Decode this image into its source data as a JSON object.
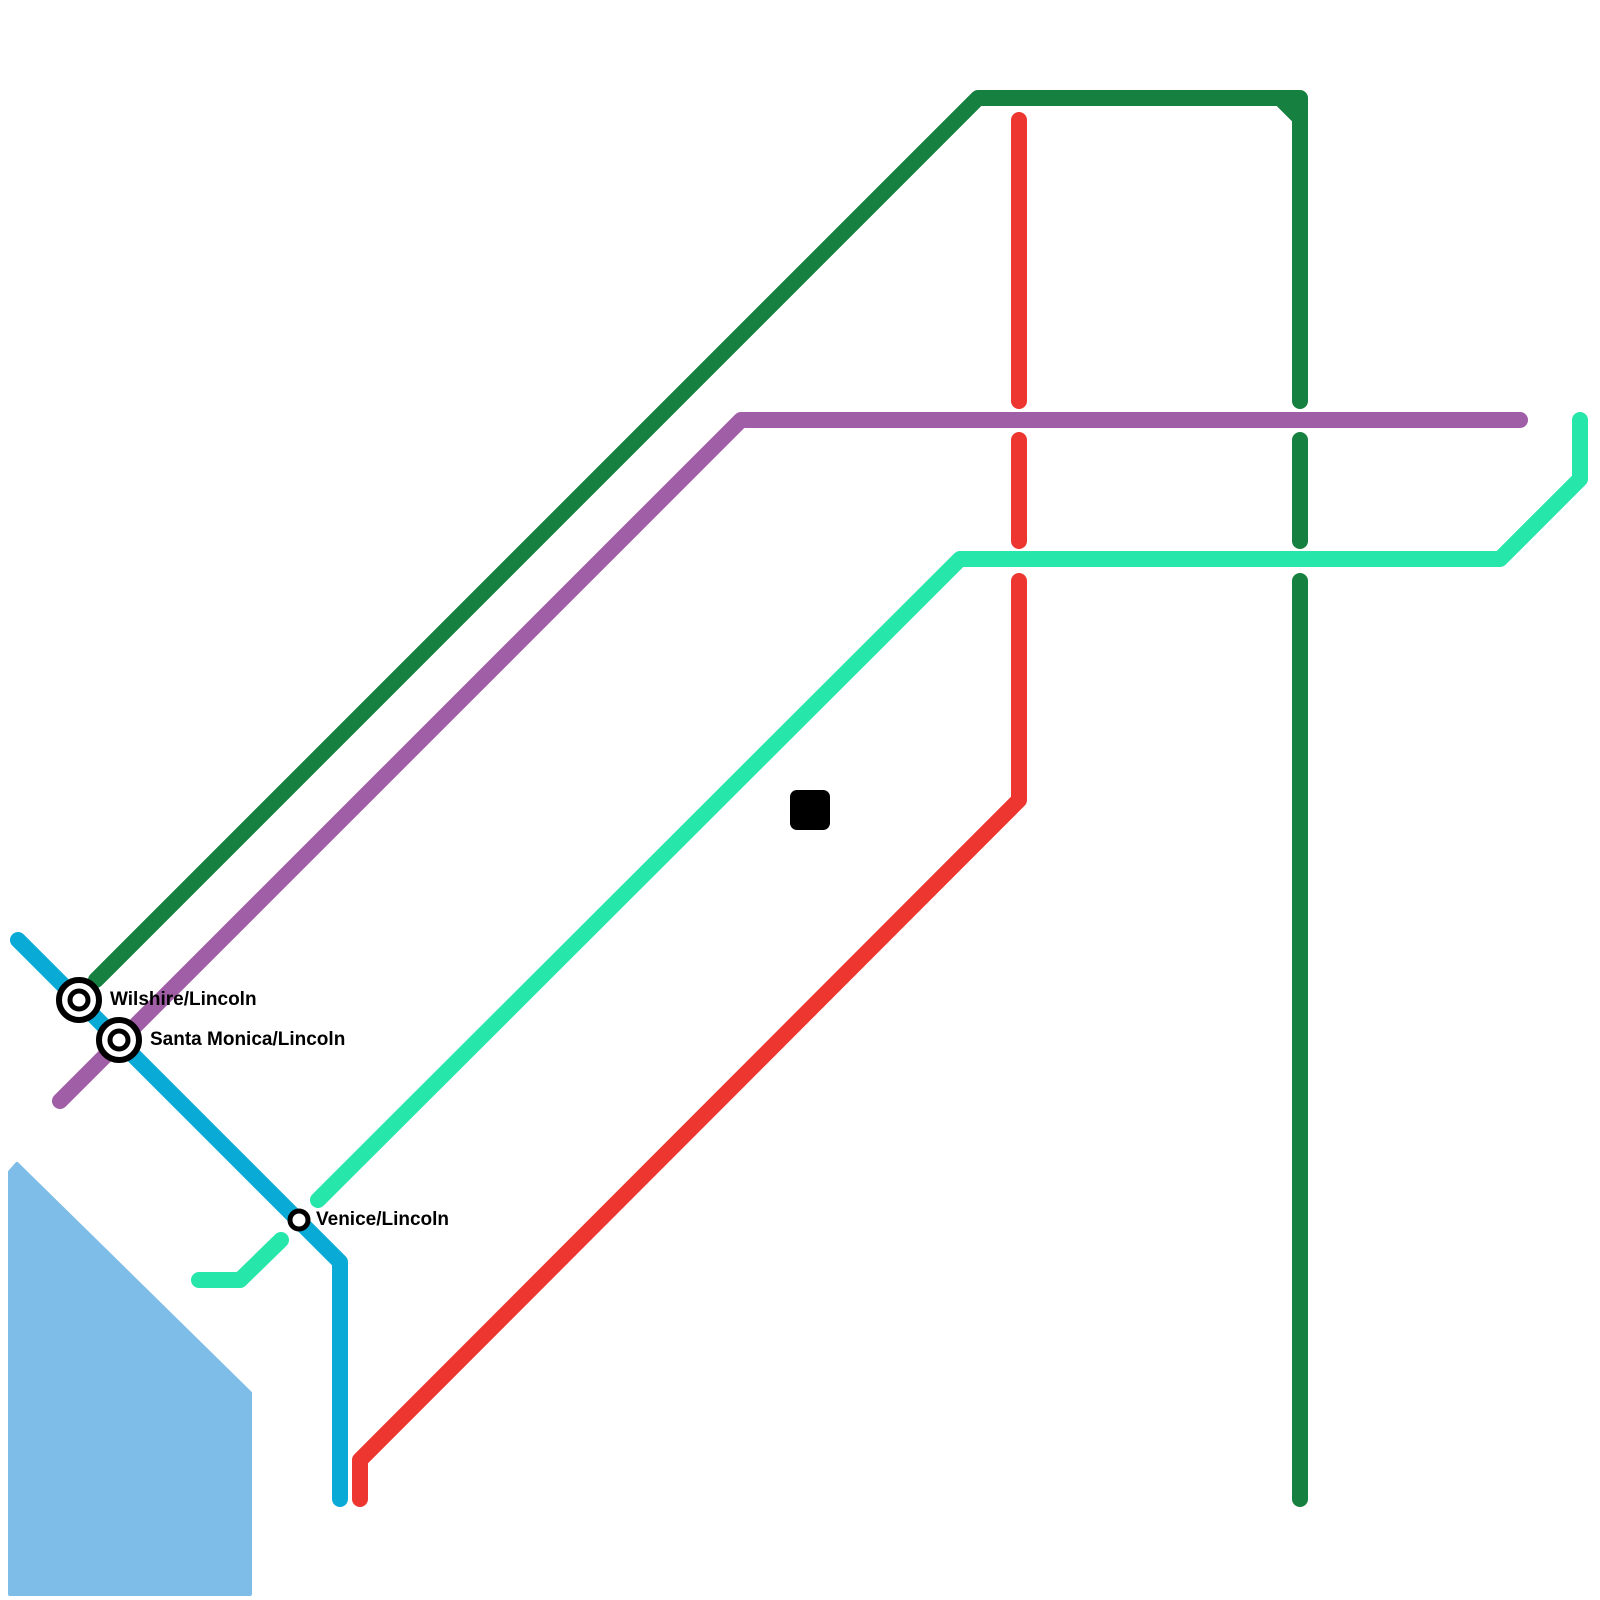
{
  "colors": {
    "dark_green_line": "#15803f",
    "purple_line": "#a05ea6",
    "red_line": "#ee3630",
    "teal_line": "#26e6a9",
    "blue_line": "#0aaad6",
    "water": "#7dbde8",
    "station_ring": "#000000",
    "background": "#ffffff"
  },
  "stations": [
    {
      "id": "wilshire-lincoln",
      "name": "Wilshire/Lincoln",
      "type": "interchange"
    },
    {
      "id": "santa-monica-lincoln",
      "name": "Santa Monica/Lincoln",
      "type": "interchange"
    },
    {
      "id": "venice-lincoln",
      "name": "Venice/Lincoln",
      "type": "stop"
    }
  ],
  "legend": {
    "icon": "square-marker-icon"
  }
}
